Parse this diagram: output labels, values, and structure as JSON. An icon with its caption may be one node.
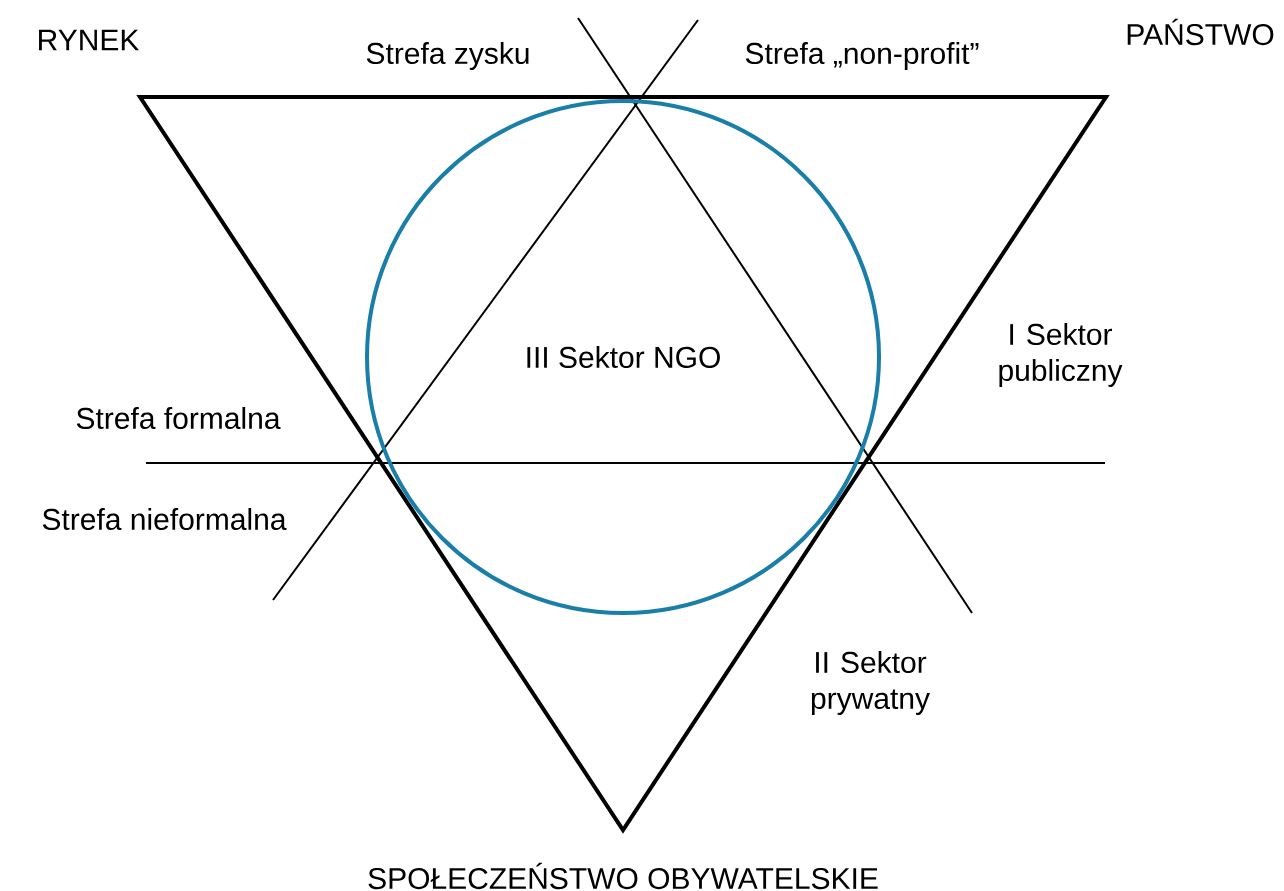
{
  "diagram": {
    "nodes": [
      {
        "text": [
          "III Sektor NGO"
        ]
      }
    ],
    "edges": [],
    "labels": [
      "RYNEK",
      "Strefa zysku",
      "Strefa „non-profit”",
      "PAŃSTWO",
      "I Sektor publiczny",
      "Strefa formalna",
      "Strefa nieformalna",
      "II Sektor prywatny",
      "SPOŁECZEŃSTWO OBYWATELSKIE"
    ]
  }
}
